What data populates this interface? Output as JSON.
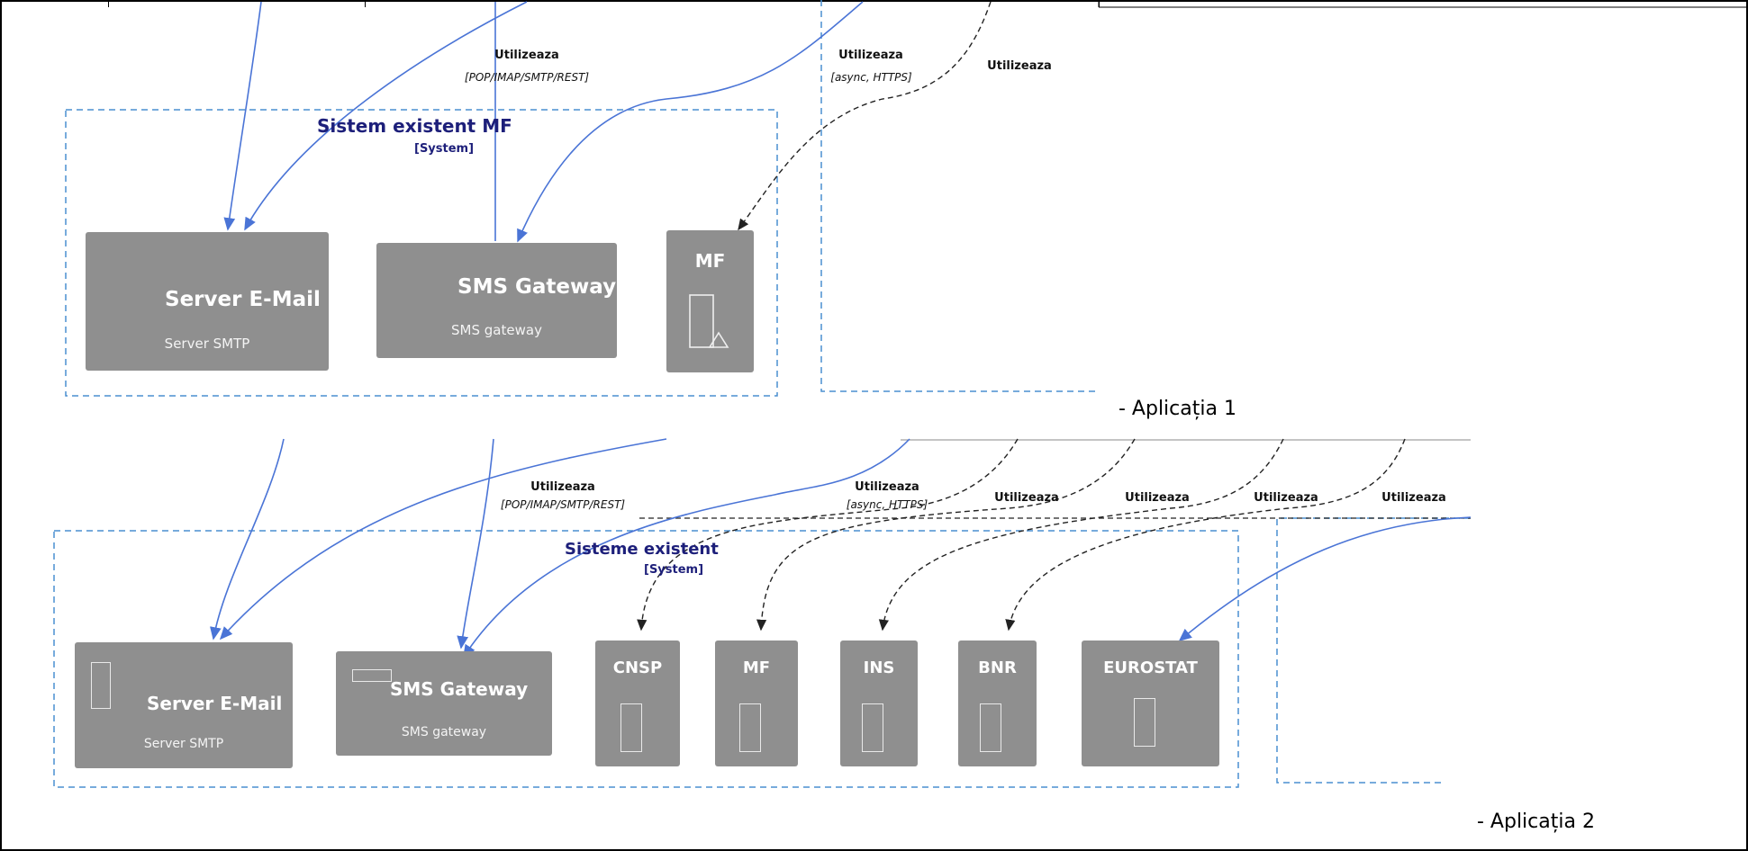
{
  "diagram1": {
    "system_title": "Sistem existent MF",
    "system_tag": "[System]",
    "edges": [
      {
        "label": "Utilizeaza",
        "tech": "[POP/IMAP/SMTP/REST]"
      },
      {
        "label": "Utilizeaza",
        "tech": "[async, HTTPS]"
      },
      {
        "label": "Utilizeaza",
        "tech": ""
      }
    ],
    "nodes": [
      {
        "title": "Server E-Mail",
        "tech": "Server SMTP"
      },
      {
        "title": "SMS Gateway",
        "tech": "SMS gateway"
      },
      {
        "title": "MF",
        "tech": ""
      }
    ],
    "caption": "- Aplicația 1"
  },
  "diagram2": {
    "system_title": "Sisteme existent",
    "system_tag": "[System]",
    "edges": [
      {
        "label": "Utilizeaza",
        "tech": "[POP/IMAP/SMTP/REST]"
      },
      {
        "label": "Utilizeaza",
        "tech": "[async, HTTPS]"
      },
      {
        "label": "Utilizeaza",
        "tech": ""
      },
      {
        "label": "Utilizeaza",
        "tech": ""
      },
      {
        "label": "Utilizeaza",
        "tech": ""
      },
      {
        "label": "Utilizeaza",
        "tech": ""
      }
    ],
    "nodes": [
      {
        "title": "Server E-Mail",
        "tech": "Server SMTP"
      },
      {
        "title": "SMS Gateway",
        "tech": "SMS gateway"
      },
      {
        "title": "CNSP",
        "tech": ""
      },
      {
        "title": "MF",
        "tech": ""
      },
      {
        "title": "INS",
        "tech": ""
      },
      {
        "title": "BNR",
        "tech": ""
      },
      {
        "title": "EUROSTAT",
        "tech": ""
      }
    ],
    "caption": "- Aplicația 2"
  },
  "colors": {
    "node": "#8f8f8f",
    "sync_arrow": "#4a74d6",
    "boundary": "#4a8fd0",
    "system_text": "#1d1f7a"
  }
}
